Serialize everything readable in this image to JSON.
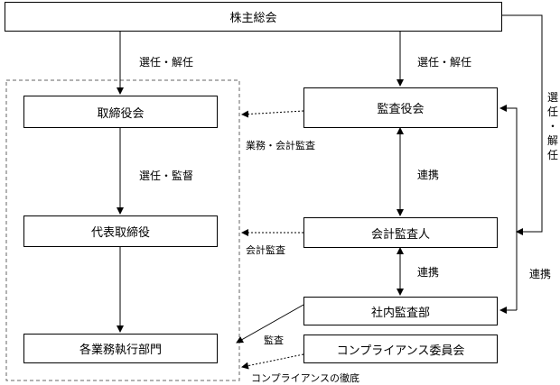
{
  "boxes": {
    "shareholders": "株主総会",
    "board": "取締役会",
    "auditors": "監査役会",
    "representative": "代表取締役",
    "accounting_auditor": "会計監査人",
    "internal_audit": "社内監査部",
    "business_units": "各業務執行部門",
    "compliance_committee": "コンプライアンス委員会"
  },
  "labels": {
    "appoint_dismiss_board": "選任・解任",
    "appoint_dismiss_auditors": "選任・解任",
    "appoint_supervise": "選任・監督",
    "business_accounting_audit": "業務・会計監査",
    "accounting_audit": "会計監査",
    "coordination_1": "連携",
    "coordination_2": "連携",
    "coordination_right": "連携",
    "audit": "監査",
    "compliance_enforcement": "コンプライアンスの徹底",
    "appoint_dismiss_vertical": [
      "選",
      "任",
      "・",
      "解",
      "任"
    ]
  }
}
